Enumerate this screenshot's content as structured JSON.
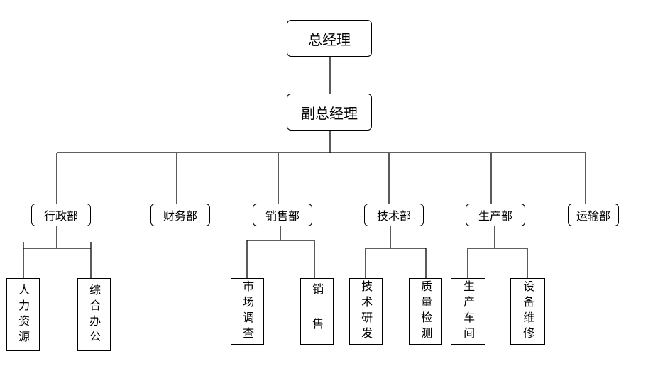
{
  "top": {
    "label": "总经理"
  },
  "deputy": {
    "label": "副总经理"
  },
  "departments": [
    {
      "label": "行政部"
    },
    {
      "label": "财务部"
    },
    {
      "label": "销售部"
    },
    {
      "label": "技术部"
    },
    {
      "label": "生产部"
    },
    {
      "label": "运输部"
    }
  ],
  "subunits": {
    "admin": [
      "人力资源",
      "综合办公"
    ],
    "sales": [
      "市场调查",
      "销 售"
    ],
    "tech": [
      "技术研发",
      "质量检测"
    ],
    "production": [
      "生产车间",
      "设备维修"
    ]
  }
}
